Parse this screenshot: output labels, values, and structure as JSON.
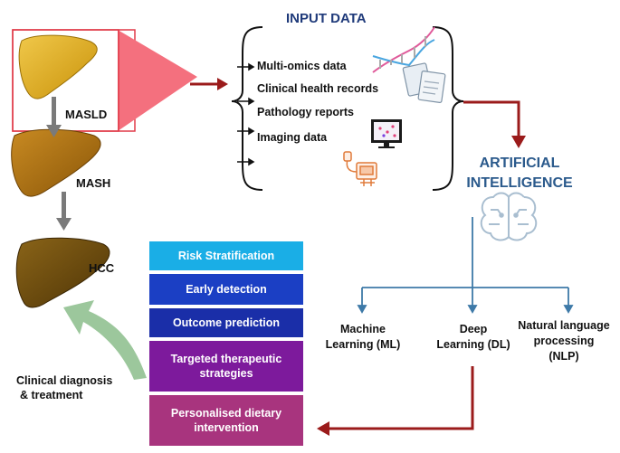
{
  "stages": {
    "masld": "MASLD",
    "mash": "MASH",
    "hcc": "HCC"
  },
  "input": {
    "title": "INPUT DATA",
    "items": [
      "Multi-omics data",
      "Clinical health records",
      "Pathology reports",
      "Imaging data"
    ]
  },
  "ai": {
    "title_line1": "ARTIFICIAL",
    "title_line2": "INTELLIGENCE"
  },
  "methods": {
    "ml_line1": "Machine",
    "ml_line2": "Learning (ML)",
    "dl_line1": "Deep",
    "dl_line2": "Learning (DL)",
    "nlp_line1": "Natural language",
    "nlp_line2": "processing",
    "nlp_line3": "(NLP)"
  },
  "outcomes": {
    "risk": "Risk Stratification",
    "early": "Early detection",
    "outcome": "Outcome prediction",
    "targeted_line1": "Targeted therapeutic",
    "targeted_line2": "strategies",
    "diet_line1": "Personalised dietary",
    "diet_line2": "intervention"
  },
  "clinical": {
    "line1": "Clinical diagnosis",
    "line2": "& treatment"
  },
  "colors": {
    "risk": "#1aaee6",
    "early": "#1b3fc4",
    "outcome": "#1a2ea8",
    "targeted": "#7d1a9c",
    "diet": "#a8347e",
    "dark_red": "#9b1b1b",
    "blue_line": "#3e7aa8",
    "green_arrow": "#9cc79c"
  }
}
